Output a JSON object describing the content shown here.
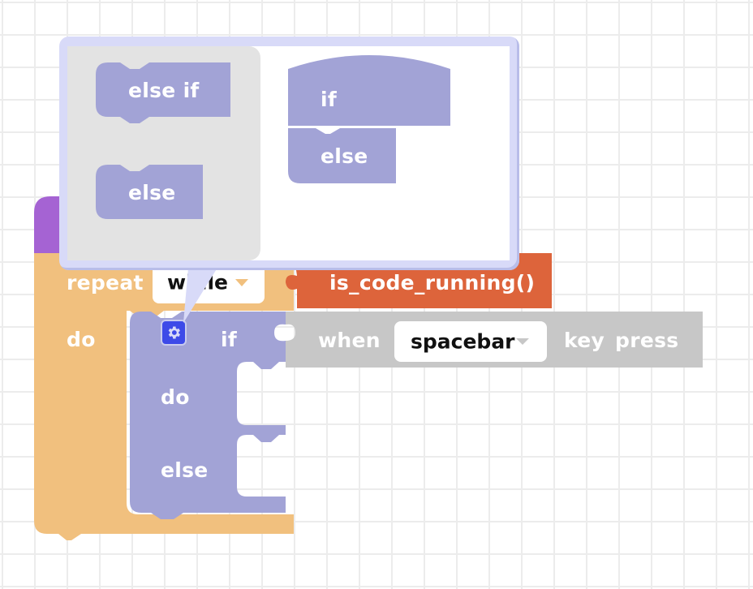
{
  "colors": {
    "loop_block": "#f1c07e",
    "event_block": "#a563d3",
    "logic_block": "#a2a3d6",
    "function_block": "#dd643b",
    "sensor_block": "#c7c7c7",
    "mutator_border": "#d8daf8",
    "flyout_bg": "#e3e3e3",
    "gear_button": "#3d4ae8"
  },
  "workspace": {
    "repeat_block": {
      "label_repeat": "repeat",
      "mode_dropdown": {
        "value": "while"
      },
      "label_do": "do"
    },
    "condition_block": {
      "label": "is_code_running()"
    },
    "if_else_block": {
      "gear_icon": "settings-gear",
      "label_if": "if",
      "label_do": "do",
      "label_else": "else"
    },
    "key_press_block": {
      "label_when": "when",
      "key_dropdown": {
        "value": "spacebar"
      },
      "label_key": "key",
      "label_press": "press"
    }
  },
  "mutator": {
    "flyout_blocks": [
      {
        "label": "else  if"
      },
      {
        "label": "else"
      }
    ],
    "container_block": {
      "label_if": "if",
      "label_else": "else"
    }
  }
}
